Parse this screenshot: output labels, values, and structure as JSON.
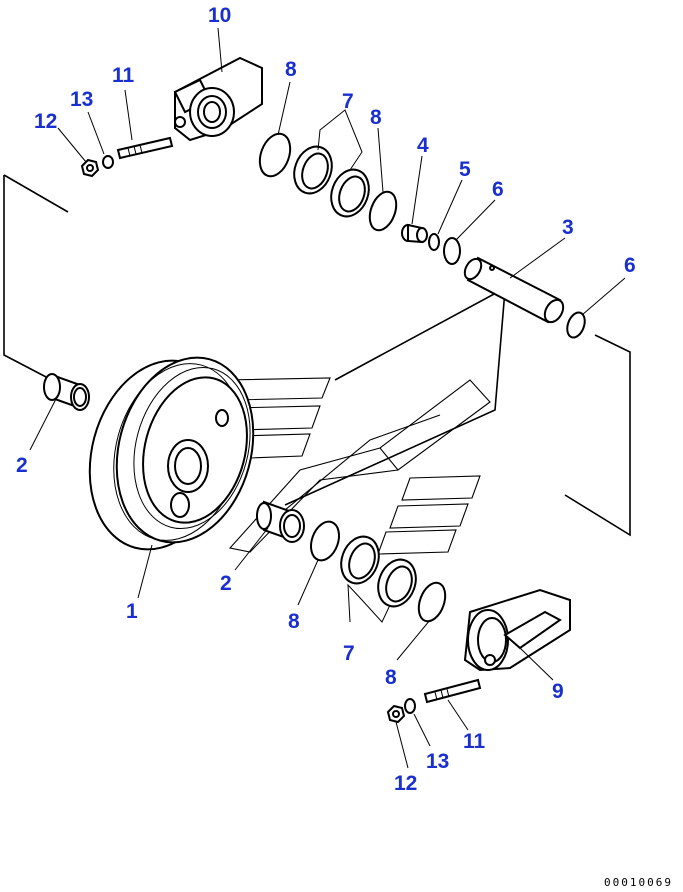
{
  "callouts": [
    {
      "id": "c10",
      "num": "10"
    },
    {
      "id": "c11a",
      "num": "11"
    },
    {
      "id": "c13a",
      "num": "13"
    },
    {
      "id": "c12a",
      "num": "12"
    },
    {
      "id": "c8a",
      "num": "8"
    },
    {
      "id": "c7a",
      "num": "7"
    },
    {
      "id": "c8b",
      "num": "8"
    },
    {
      "id": "c4",
      "num": "4"
    },
    {
      "id": "c5",
      "num": "5"
    },
    {
      "id": "c6a",
      "num": "6"
    },
    {
      "id": "c3",
      "num": "3"
    },
    {
      "id": "c6b",
      "num": "6"
    },
    {
      "id": "c2a",
      "num": "2"
    },
    {
      "id": "c1",
      "num": "1"
    },
    {
      "id": "c2b",
      "num": "2"
    },
    {
      "id": "c8c",
      "num": "8"
    },
    {
      "id": "c7b",
      "num": "7"
    },
    {
      "id": "c8d",
      "num": "8"
    },
    {
      "id": "c9",
      "num": "9"
    },
    {
      "id": "c11b",
      "num": "11"
    },
    {
      "id": "c13b",
      "num": "13"
    },
    {
      "id": "c12b",
      "num": "12"
    }
  ],
  "drawing_code": "00010069",
  "colors": {
    "callout": "#1a2fd0",
    "line": "#000000"
  }
}
